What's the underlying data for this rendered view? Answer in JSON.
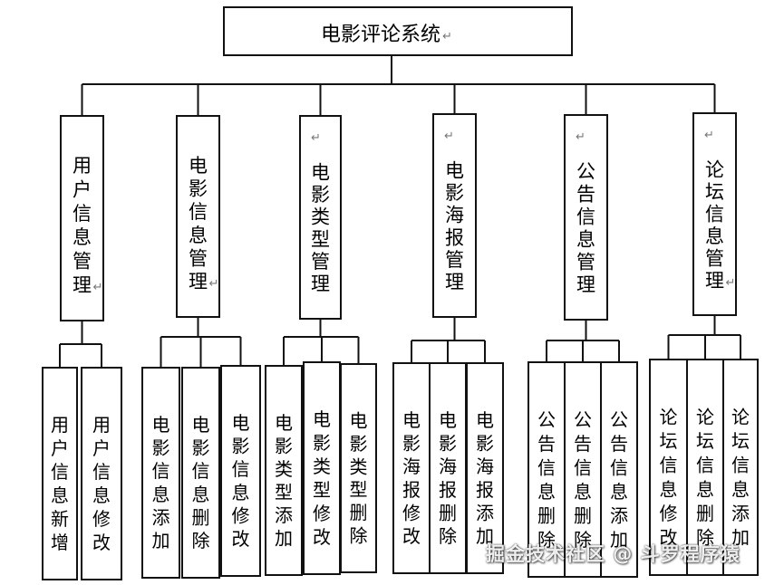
{
  "root": {
    "label": "电影评论系统",
    "mark": "↵"
  },
  "modules": [
    {
      "label": "用户信息管理",
      "leading_mark": "",
      "trailing_mark": "↵",
      "children": [
        "用户信息新增",
        "用户信息修改"
      ]
    },
    {
      "label": "电影信息管理",
      "leading_mark": "",
      "trailing_mark": "↵",
      "children": [
        "电影信息添加",
        "电影信息删除",
        "电影信息修改"
      ]
    },
    {
      "label": "电影类型管理",
      "leading_mark": "↵",
      "trailing_mark": "",
      "children": [
        "电影类型添加",
        "电影类型修改",
        "电影类型删除"
      ]
    },
    {
      "label": "电影海报管理",
      "leading_mark": "↵",
      "trailing_mark": "",
      "children": [
        "电影海报修改",
        "电影海报删除",
        "电影海报添加"
      ]
    },
    {
      "label": "公告信息管理",
      "leading_mark": "↵",
      "trailing_mark": "",
      "children": [
        "公告信息删除",
        "公告信息删除",
        "公告信息添加"
      ]
    },
    {
      "label": "论坛信息管理",
      "leading_mark": "↵",
      "trailing_mark": "↵",
      "children": [
        "论坛信息修改",
        "论坛信息删除",
        "论坛信息添加"
      ]
    }
  ],
  "watermark": "掘金技术社区 @ 斗罗程序猿",
  "colors": {
    "line": "#111111",
    "box_fill": "#ffffff"
  }
}
